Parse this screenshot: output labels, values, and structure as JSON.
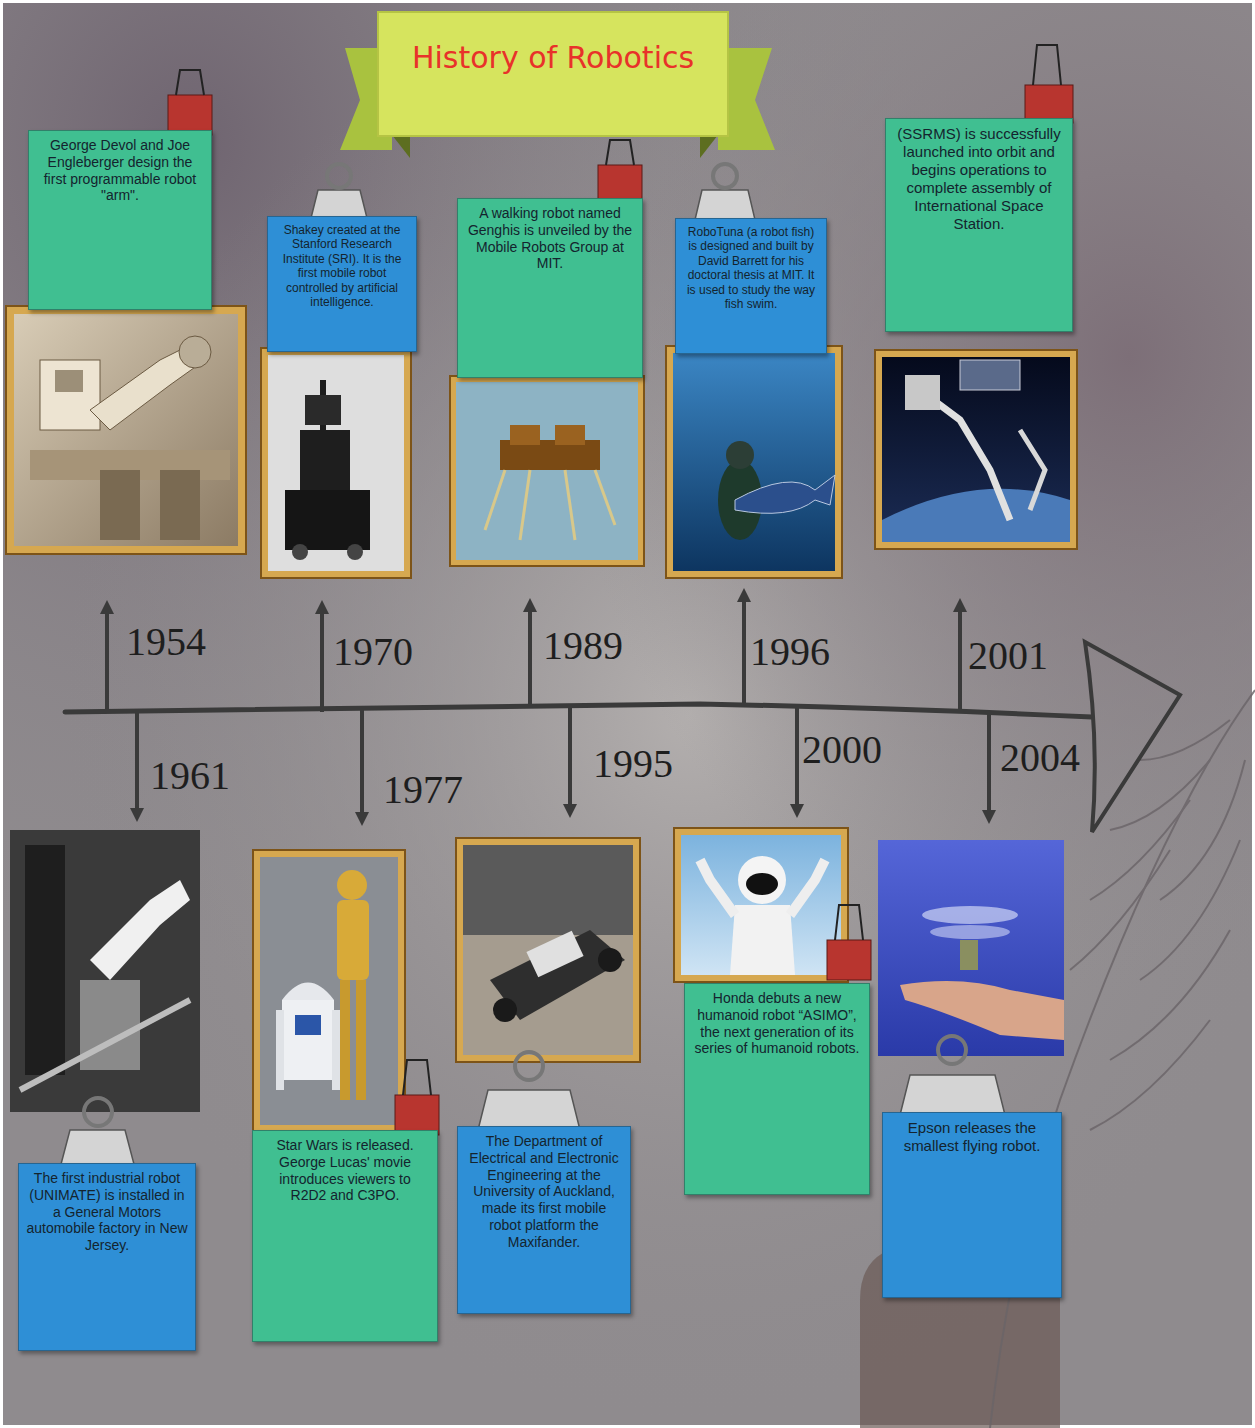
{
  "diagram": {
    "title": "History of Robotics",
    "nodes": [
      {
        "text": [
          "George Devol and Joe Engleberger design the first programmable robot \"arm\"."
        ]
      },
      {
        "text": [
          "Shakey created at the Stanford Research Institute (SRI). It is the first mobile robot controlled by artificial intelligence."
        ]
      },
      {
        "text": [
          "A walking robot named Genghis is unveiled by the Mobile Robots Group at MIT."
        ]
      },
      {
        "text": [
          "RoboTuna (a robot fish) is designed and built by David Barrett for his doctoral thesis at MIT. It is used to study the way fish swim."
        ]
      },
      {
        "text": [
          "(SSRMS) is successfully launched into orbit and begins operations to complete assembly of International Space Station."
        ]
      },
      {
        "text": [
          "The first industrial robot (UNIMATE) is installed in a General Motors automobile factory in New Jersey."
        ]
      },
      {
        "text": [
          "Star Wars is released. George Lucas' movie introduces viewers to R2D2 and C3PO."
        ]
      },
      {
        "text": [
          "The Department of Electrical and Electronic Engineering at the University of Auckland, made its first mobile robot platform the Maxifander."
        ]
      },
      {
        "text": [
          "Honda debuts a new humanoid robot “ASIMO”, the next generation of its series of humanoid robots."
        ]
      },
      {
        "text": [
          "Epson releases the smallest flying robot."
        ]
      }
    ],
    "labels": [
      "1954",
      "1961",
      "1970",
      "1977",
      "1989",
      "1995",
      "1996",
      "2000",
      "2001",
      "2004"
    ]
  }
}
